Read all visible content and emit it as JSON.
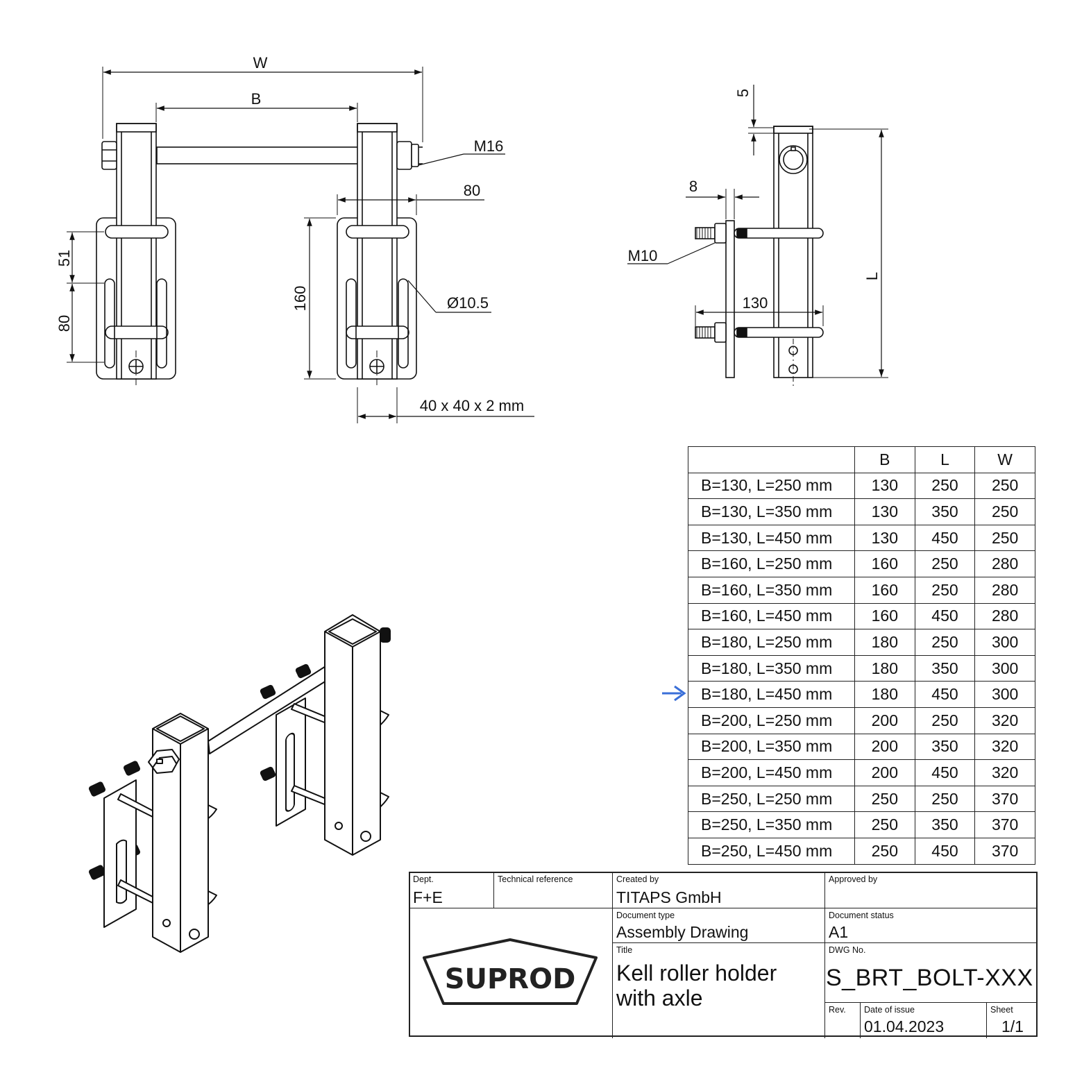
{
  "dimensions": {
    "w": "W",
    "b": "B",
    "m16": "M16",
    "d80_top": "80",
    "d51": "51",
    "d80_left": "80",
    "d160": "160",
    "hole": "Ø10.5",
    "tube": "40 x 40 x 2 mm",
    "d5": "5",
    "d8": "8",
    "m10": "M10",
    "d130": "130",
    "l": "L"
  },
  "variants_table": {
    "columns": [
      "",
      "B",
      "L",
      "W"
    ],
    "rows": [
      {
        "name": "B=130, L=250 mm",
        "b": "130",
        "l": "250",
        "w": "250"
      },
      {
        "name": "B=130, L=350 mm",
        "b": "130",
        "l": "350",
        "w": "250"
      },
      {
        "name": "B=130, L=450 mm",
        "b": "130",
        "l": "450",
        "w": "250"
      },
      {
        "name": "B=160, L=250 mm",
        "b": "160",
        "l": "250",
        "w": "280"
      },
      {
        "name": "B=160, L=350 mm",
        "b": "160",
        "l": "250",
        "w": "280"
      },
      {
        "name": "B=160, L=450 mm",
        "b": "160",
        "l": "450",
        "w": "280"
      },
      {
        "name": "B=180, L=250 mm",
        "b": "180",
        "l": "250",
        "w": "300"
      },
      {
        "name": "B=180, L=350 mm",
        "b": "180",
        "l": "350",
        "w": "300"
      },
      {
        "name": "B=180, L=450 mm",
        "b": "180",
        "l": "450",
        "w": "300"
      },
      {
        "name": "B=200, L=250 mm",
        "b": "200",
        "l": "250",
        "w": "320"
      },
      {
        "name": "B=200, L=350 mm",
        "b": "200",
        "l": "350",
        "w": "320"
      },
      {
        "name": "B=200, L=450 mm",
        "b": "200",
        "l": "450",
        "w": "320"
      },
      {
        "name": "B=250, L=250 mm",
        "b": "250",
        "l": "250",
        "w": "370"
      },
      {
        "name": "B=250, L=350 mm",
        "b": "250",
        "l": "350",
        "w": "370"
      },
      {
        "name": "B=250, L=450 mm",
        "b": "250",
        "l": "450",
        "w": "370"
      }
    ],
    "selected_row": 8,
    "arrow_color": "#3a6fd8"
  },
  "title_block": {
    "dept_label": "Dept.",
    "dept": "F+E",
    "techref_label": "Technical reference",
    "techref": "",
    "created_label": "Created by",
    "created": "TITAPS GmbH",
    "approved_label": "Approved by",
    "approved": "",
    "doctype_label": "Document type",
    "doctype": "Assembly Drawing",
    "status_label": "Document status",
    "status": "A1",
    "title_label": "Title",
    "title_line1": "Kell roller holder",
    "title_line2": "with axle",
    "dwg_label": "DWG No.",
    "dwg": "S_BRT_BOLT-XXX",
    "rev_label": "Rev.",
    "rev": "",
    "date_label": "Date of issue",
    "date": "01.04.2023",
    "sheet_label": "Sheet",
    "sheet": "1/1",
    "logo_text": "SUPROD"
  }
}
